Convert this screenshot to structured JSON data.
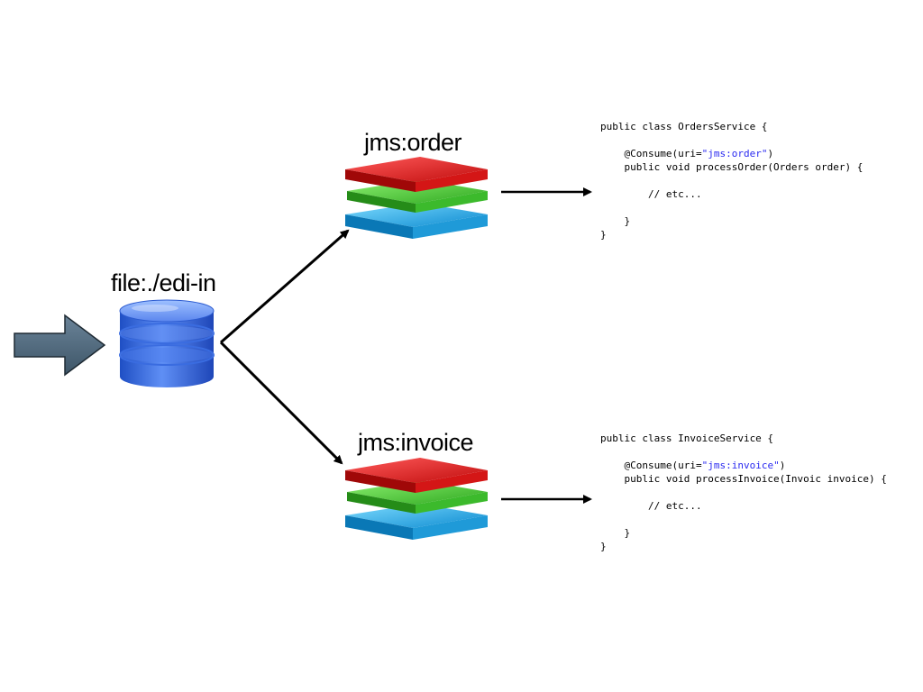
{
  "nodes": {
    "file_endpoint": {
      "label": "file:./edi-in"
    },
    "order_queue": {
      "label": "jms:order"
    },
    "invoice_queue": {
      "label": "jms:invoice"
    }
  },
  "code": {
    "orders_service": {
      "line1": "public class OrdersService {",
      "line2": "",
      "line3_pre": "    @Consume(uri=",
      "line3_str": "\"jms:order\"",
      "line3_post": ")",
      "line4": "    public void processOrder(Orders order) {",
      "line5": "",
      "line6": "        // etc...",
      "line7": "",
      "line8": "    }",
      "line9": "}"
    },
    "invoice_service": {
      "line1": "public class InvoiceService {",
      "line2": "",
      "line3_pre": "    @Consume(uri=",
      "line3_str": "\"jms:invoice\"",
      "line3_post": ")",
      "line4": "    public void processInvoice(Invoic invoice) {",
      "line5": "",
      "line6": "        // etc...",
      "line7": "",
      "line8": "    }",
      "line9": "}"
    }
  },
  "colors": {
    "input_arrow": "#4f6a80",
    "database": "#3b6fe8",
    "queue_top": "#e02020",
    "queue_middle": "#4fcf3a",
    "queue_bottom": "#1fb0ee",
    "code_string": "#2a2af0"
  }
}
